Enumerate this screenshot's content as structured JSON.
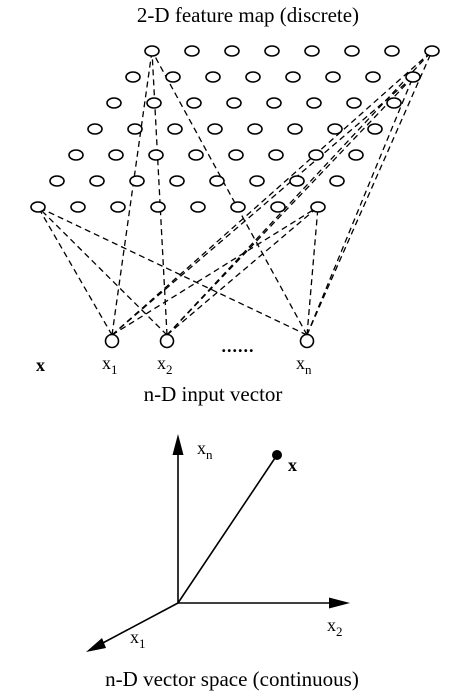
{
  "feature_map": {
    "title": "2-D feature map (discrete)",
    "rows": 7,
    "cols": 8
  },
  "input": {
    "vector_symbol": "x",
    "nodes": [
      {
        "base": "x",
        "sub": "1"
      },
      {
        "base": "x",
        "sub": "2"
      },
      {
        "base": "x",
        "sub": "n"
      }
    ],
    "ellipsis": "......",
    "caption": "n-D input vector"
  },
  "vector_space": {
    "axes": [
      {
        "base": "x",
        "sub": "n"
      },
      {
        "base": "x",
        "sub": "1"
      },
      {
        "base": "x",
        "sub": "2"
      }
    ],
    "point_label": "x",
    "caption": "n-D vector space (continuous)"
  },
  "colors": {
    "stroke": "#000000",
    "background": "#ffffff"
  }
}
